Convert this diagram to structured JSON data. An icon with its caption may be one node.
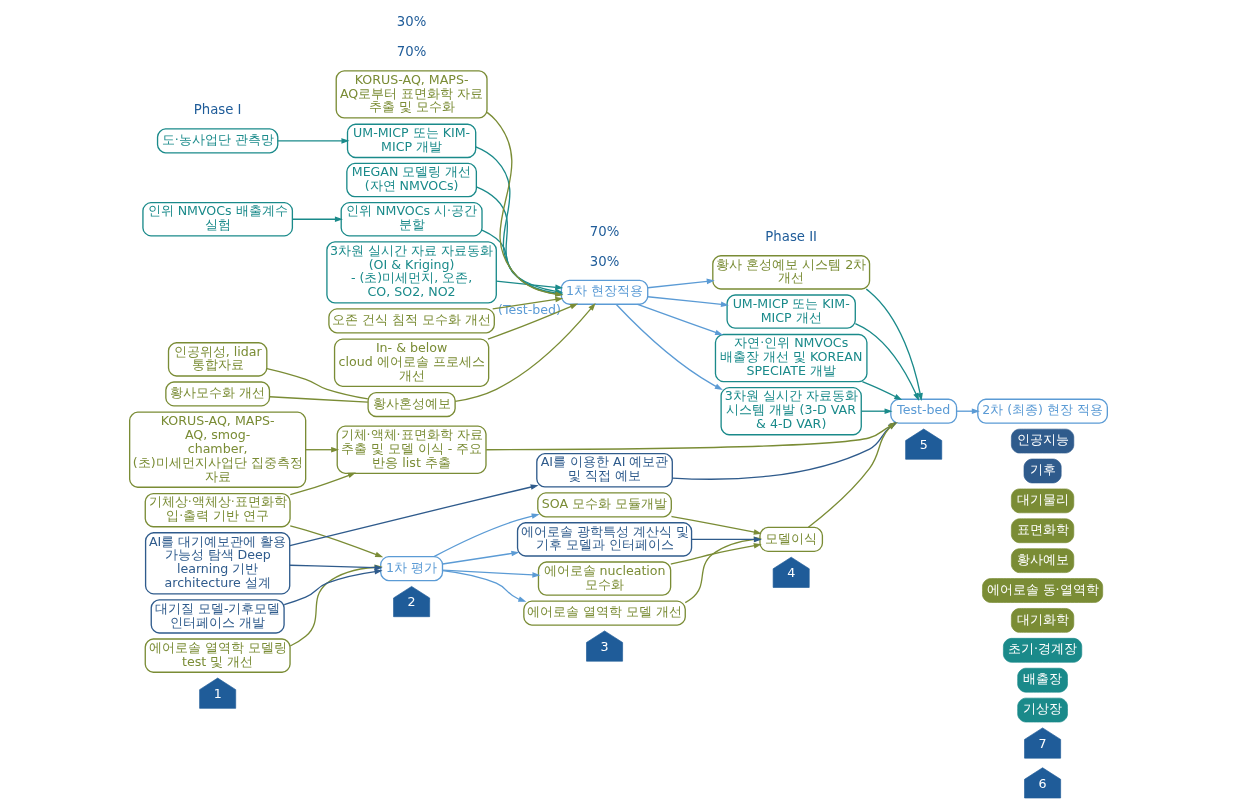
{
  "diagram": {
    "nodes": [
      {
        "text": [
          "1"
        ]
      },
      {
        "text": [
          "2"
        ]
      },
      {
        "text": [
          "3"
        ]
      },
      {
        "text": [
          "4"
        ]
      },
      {
        "text": [
          "5"
        ]
      },
      {
        "text": [
          "6"
        ]
      },
      {
        "text": [
          "7"
        ]
      },
      {
        "text": [
          "기상장"
        ]
      },
      {
        "text": [
          "배출장"
        ]
      },
      {
        "text": [
          "초기·경계장"
        ]
      },
      {
        "text": [
          "대기화학"
        ]
      },
      {
        "text": [
          "에어로솔 동·열역학"
        ]
      },
      {
        "text": [
          "황사예보"
        ]
      },
      {
        "text": [
          "표면화학"
        ]
      },
      {
        "text": [
          "대기물리"
        ]
      },
      {
        "text": [
          "기후"
        ]
      },
      {
        "text": [
          "인공지능"
        ]
      },
      {
        "text": [
          "UM-MICP 또는 KIM-MICP 개발"
        ]
      },
      {
        "text": [
          "도·농사업단 관측망"
        ]
      },
      {
        "text": [
          "MEGAN 모델링 개선 (자연 NMVOCs)"
        ]
      },
      {
        "text": [
          "인위 NMVOCs 배출계수 실험"
        ]
      },
      {
        "text": [
          "인위 NMVOCs 시·공간 분할"
        ]
      },
      {
        "text": [
          "3차원 실시간 자료 자료동화 (OI & Kriging) - (초)미세먼지, 오존, CO, SO2, NO2"
        ]
      },
      {
        "text": [
          "1차 현장적용"
        ],
        "beside": [
          "(Test-bed)"
        ]
      },
      {
        "text": [
          "오존 건식 침적 모수화 개선"
        ]
      },
      {
        "text": [
          "In- & below cloud 에어로솔 프로세스 개선"
        ]
      },
      {
        "text": [
          "황사모수화 개선"
        ]
      },
      {
        "text": [
          "인공위성, lidar 통합자료"
        ]
      },
      {
        "text": [
          "황사혼성예보"
        ]
      },
      {
        "text": [
          "KORUS-AQ, MAPS-AQ로부터 표면화학 자료 추출 및 모수화"
        ]
      },
      {
        "text": [
          "기체상·액체상·표면화학 입·출력 기반 연구"
        ]
      },
      {
        "text": [
          "에어로솔 열역학 모델링 test 및 개선"
        ]
      },
      {
        "text": [
          "대기질 모델-기후모델 인터페이스 개발"
        ]
      },
      {
        "text": [
          "AI를 대기예보관에 활용 가능성 탐색 Deep learning 기반 architecture 설계"
        ]
      },
      {
        "text": [
          "1차 평가"
        ]
      },
      {
        "text": [
          "UM-MICP 또는 KIM-MICP 개선"
        ]
      },
      {
        "text": [
          "자연·인위 NMVOCs 배출장 개선 및 KOREAN SPECIATE 개발"
        ]
      },
      {
        "text": [
          "3차원 실시간 자료동화 시스템 개발 (3-D VAR & 4-D VAR)"
        ]
      },
      {
        "text": [
          "황사 혼성예보 시스템 2차 개선"
        ]
      },
      {
        "text": [
          "KORUS-AQ, MAPS-AQ, smog-chamber, (초)미세먼지사업단 집중측정 자료"
        ]
      },
      {
        "text": [
          "기체·액체·표면화학 자료 추출 및 모델 이식 - 주요 반응 list 추출"
        ]
      },
      {
        "text": [
          "Test-bed"
        ]
      },
      {
        "text": [
          "2차 (최종) 현장 적용"
        ]
      },
      {
        "text": [
          "에어로솔 nucleation 모수화"
        ]
      },
      {
        "text": [
          "에어로솔 열역학 모델 개선"
        ]
      },
      {
        "text": [
          "SOA 모수화 모듈개발"
        ]
      },
      {
        "text": [
          "에어로솔 광학특성 계산식 및 기후 모델과 인터페이스"
        ]
      },
      {
        "text": [
          "AI를 이용한 AI 예보관 및 직접 예보"
        ]
      },
      {
        "text": [
          "모델이식"
        ]
      }
    ],
    "edges": [
      {
        "from": 18,
        "to": 17,
        "arrow": "to",
        "color": "#1a8a8a"
      },
      {
        "from": 17,
        "to": 23,
        "arrow": "to",
        "color": "#1a8a8a"
      },
      {
        "from": 19,
        "to": 23,
        "arrow": "to",
        "color": "#1a8a8a"
      },
      {
        "from": 20,
        "to": 21,
        "arrow": "to",
        "color": "#1a8a8a"
      },
      {
        "from": 21,
        "to": 23,
        "arrow": "to",
        "color": "#1a8a8a"
      },
      {
        "from": 22,
        "to": 23,
        "arrow": "to",
        "color": "#1a8a8a"
      },
      {
        "from": 24,
        "to": 23,
        "arrow": "to"
      },
      {
        "from": 25,
        "to": 23,
        "arrow": "to"
      },
      {
        "from": 26,
        "to": 28,
        "arrow": "none"
      },
      {
        "from": 27,
        "to": 28,
        "arrow": "none"
      },
      {
        "from": 28,
        "to": 23,
        "arrow": "to"
      },
      {
        "from": 29,
        "to": 23,
        "arrow": "to"
      },
      {
        "from": 30,
        "to": 40,
        "arrow": "to"
      },
      {
        "from": 30,
        "to": 34,
        "arrow": "to"
      },
      {
        "from": 31,
        "to": 34,
        "arrow": "to"
      },
      {
        "from": 32,
        "to": 34,
        "arrow": "to",
        "color": "#2f5b8c"
      },
      {
        "from": 33,
        "to": 34,
        "arrow": "to",
        "color": "#2f5b8c"
      },
      {
        "from": 33,
        "to": 47,
        "arrow": "to",
        "color": "#2f5b8c"
      },
      {
        "from": 23,
        "to": 35,
        "arrow": "to",
        "color": "#5b9bd5"
      },
      {
        "from": 23,
        "to": 36,
        "arrow": "to",
        "color": "#5b9bd5"
      },
      {
        "from": 23,
        "to": 37,
        "arrow": "to",
        "color": "#5b9bd5"
      },
      {
        "from": 23,
        "to": 38,
        "arrow": "to",
        "color": "#5b9bd5"
      },
      {
        "from": 34,
        "to": 43,
        "arrow": "to",
        "color": "#5b9bd5"
      },
      {
        "from": 34,
        "to": 44,
        "arrow": "to",
        "color": "#5b9bd5"
      },
      {
        "from": 34,
        "to": 45,
        "arrow": "to",
        "color": "#5b9bd5"
      },
      {
        "from": 34,
        "to": 46,
        "arrow": "to",
        "color": "#5b9bd5"
      },
      {
        "from": 35,
        "to": 41,
        "arrow": "to",
        "color": "#1a8a8a"
      },
      {
        "from": 36,
        "to": 41,
        "arrow": "to",
        "color": "#1a8a8a"
      },
      {
        "from": 37,
        "to": 41,
        "arrow": "to",
        "color": "#1a8a8a"
      },
      {
        "from": 38,
        "to": 41,
        "arrow": "to",
        "color": "#1a8a8a"
      },
      {
        "from": 39,
        "to": 40,
        "arrow": "to"
      },
      {
        "from": 40,
        "to": 41,
        "arrow": "to"
      },
      {
        "from": 41,
        "to": 42,
        "arrow": "to",
        "color": "#5b9bd5"
      },
      {
        "from": 43,
        "to": 48,
        "arrow": "to"
      },
      {
        "from": 44,
        "to": 48,
        "arrow": "to"
      },
      {
        "from": 45,
        "to": 48,
        "arrow": "to"
      },
      {
        "from": 46,
        "to": 48,
        "arrow": "to",
        "color": "#2f5b8c"
      },
      {
        "from": 48,
        "to": 41,
        "arrow": "to"
      },
      {
        "from": 47,
        "to": 41,
        "arrow": "to",
        "color": "#2f5b8c"
      }
    ],
    "labels": [
      "Phase I",
      "Phase II",
      "30%",
      "70%",
      "70%",
      "30%"
    ]
  }
}
